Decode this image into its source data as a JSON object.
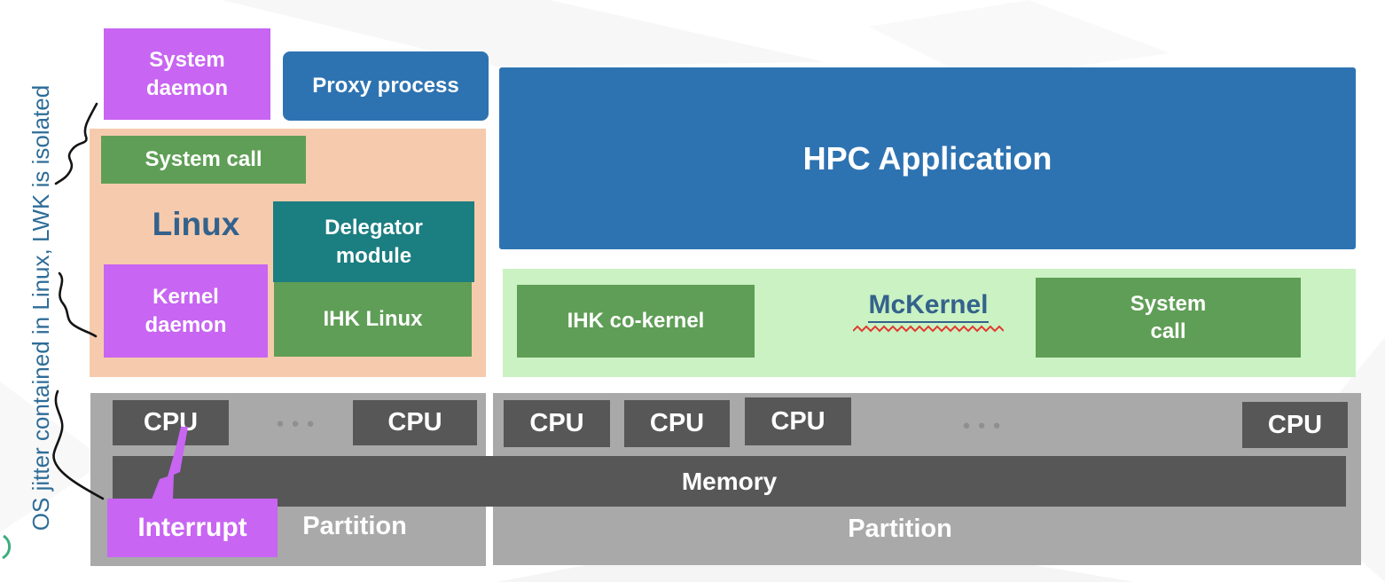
{
  "annotation": {
    "side_note": "OS jitter contained in Linux, LWK is isolated"
  },
  "linux_side": {
    "system_daemon": "System\ndaemon",
    "proxy_process": "Proxy process",
    "container_label": "Linux",
    "system_call": "System call",
    "delegator_module": "Delegator\nmodule",
    "ihk_linux": "IHK Linux",
    "kernel_daemon": "Kernel\ndaemon"
  },
  "mckernel_side": {
    "hpc_application": "HPC Application",
    "ihk_co_kernel": "IHK co-kernel",
    "mckernel": "McKernel",
    "system_call": "System\ncall"
  },
  "hardware": {
    "memory": "Memory",
    "interrupt": "Interrupt",
    "left_partition": {
      "cpus": [
        "CPU",
        "CPU"
      ],
      "dots": "●●●",
      "partition_label": "Partition"
    },
    "right_partition": {
      "cpus": [
        "CPU",
        "CPU",
        "CPU",
        "CPU"
      ],
      "dots": "●●●",
      "partition_label": "Partition"
    }
  },
  "palette": {
    "purple": "#c865f2",
    "blue": "#2e73b1",
    "peach": "#f6cbad",
    "green": "#5f9e56",
    "light_green": "#cbf2c2",
    "teal": "#1b7e80",
    "gray": "#a9a9a9",
    "dark_gray": "#575757",
    "label_blue": "#33628c",
    "note_blue": "#2e6c97",
    "squiggle_red": "#e03a2f"
  }
}
